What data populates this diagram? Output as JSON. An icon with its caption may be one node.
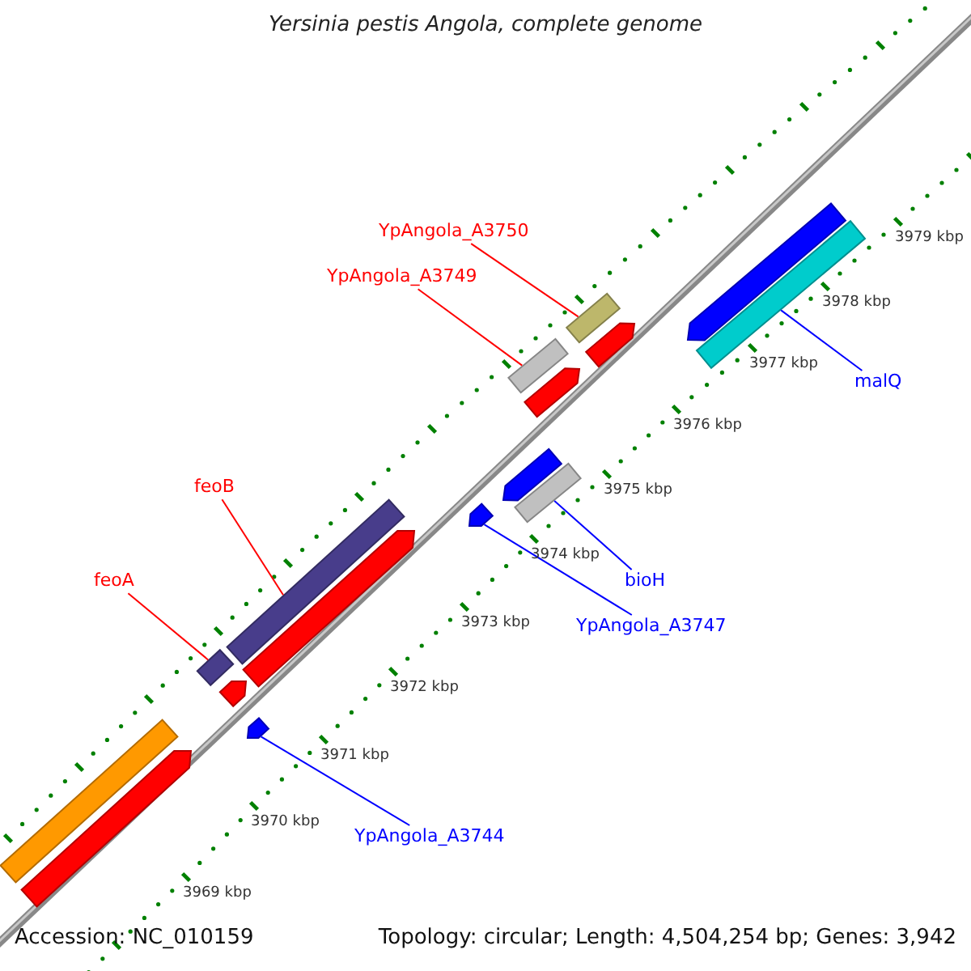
{
  "diagram": {
    "title": "Yersinia pestis Angola, complete genome",
    "nodes": [
      {
        "text": [
          "YpAngola_A3750"
        ]
      },
      {
        "text": [
          "YpAngola_A3749"
        ]
      },
      {
        "text": [
          "malQ"
        ]
      },
      {
        "text": [
          "feoB"
        ]
      },
      {
        "text": [
          "feoA"
        ]
      },
      {
        "text": [
          "bioH"
        ]
      },
      {
        "text": [
          "YpAngola_A3747"
        ]
      },
      {
        "text": [
          "YpAngola_A3744"
        ]
      },
      {
        "text": [],
        "shape": "bar"
      },
      {
        "text": [],
        "shape": "arrow"
      },
      {
        "text": [],
        "shape": "bar"
      },
      {
        "text": [],
        "shape": "arrow"
      },
      {
        "text": [],
        "shape": "bar"
      },
      {
        "text": [],
        "shape": "arrow"
      },
      {
        "text": [],
        "shape": "arrow"
      },
      {
        "text": [],
        "shape": "arrow"
      },
      {
        "text": [],
        "shape": "arrow"
      },
      {
        "text": [],
        "shape": "bar"
      },
      {
        "text": [],
        "shape": "bar"
      },
      {
        "text": [],
        "shape": "arrow"
      },
      {
        "text": [],
        "shape": "bar"
      },
      {
        "text": [],
        "shape": "arrow"
      },
      {
        "text": [],
        "shape": "arrow"
      },
      {
        "text": [],
        "shape": "bar"
      }
    ],
    "edges": [
      {
        "from": 0,
        "to": 20,
        "arrow": "none"
      },
      {
        "from": 1,
        "to": 18,
        "arrow": "none"
      },
      {
        "from": 2,
        "to": 23,
        "arrow": "none",
        "color": "#0000ff"
      },
      {
        "from": 3,
        "to": 12,
        "arrow": "none"
      },
      {
        "from": 4,
        "to": 10,
        "arrow": "none"
      },
      {
        "from": 5,
        "to": 17,
        "arrow": "none",
        "color": "#0000ff"
      },
      {
        "from": 6,
        "to": 15,
        "arrow": "none",
        "color": "#0000ff"
      },
      {
        "from": 7,
        "to": 14,
        "arrow": "none",
        "color": "#0000ff"
      }
    ],
    "labels": [
      "3969 kbp",
      "3970 kbp",
      "3971 kbp",
      "3972 kbp",
      "3973 kbp",
      "3974 kbp",
      "3975 kbp",
      "3976 kbp",
      "3977 kbp",
      "3978 kbp",
      "3979 kbp",
      "Accession: NC_010159",
      "Topology: circular; Length: 4,504,254 bp; Genes: 3,942"
    ]
  }
}
